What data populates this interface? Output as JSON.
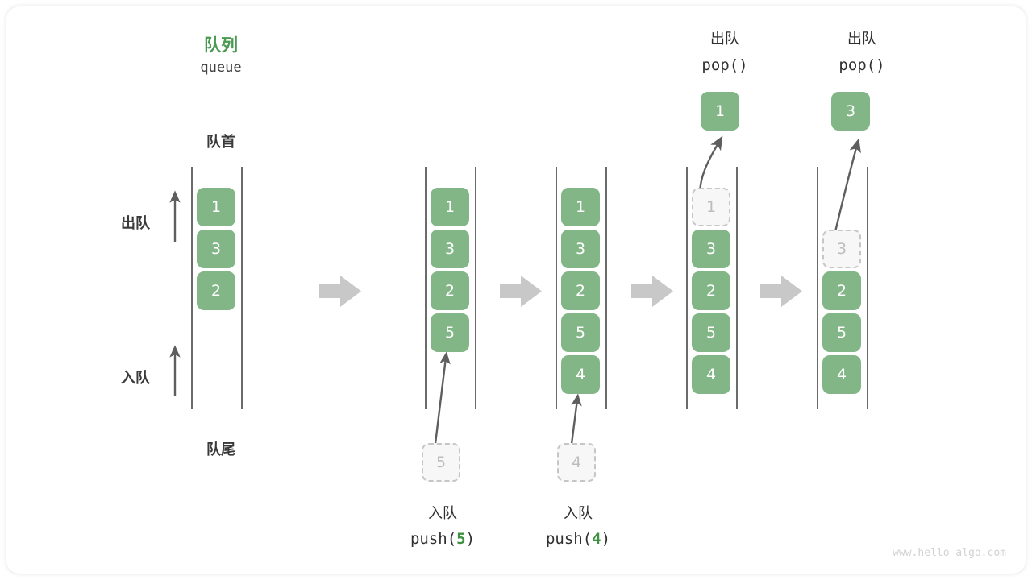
{
  "watermark": "www.hello-algo.com",
  "header": {
    "title_cn": "队列",
    "title_en": "queue"
  },
  "labels": {
    "front": "队首",
    "rear": "队尾",
    "dequeue": "出队",
    "enqueue": "入队"
  },
  "colors": {
    "cell_fill": "#82b687",
    "cell_text": "#ffffff",
    "ghost_fill": "#f7f7f7",
    "ghost_border": "#c6c6c6",
    "ghost_text": "#bdbdbd",
    "title_green": "#4a9a52",
    "code_accent": "#3d9141",
    "rail": "#4a4a4a",
    "step_arrow": "#c8c8c8",
    "motion_arrow": "#5e5e5e",
    "card_bg": "#ffffff",
    "watermark": "#d2d2d2"
  },
  "stages": [
    {
      "name": "initial",
      "cells": [
        {
          "value": "1",
          "ghost": false
        },
        {
          "value": "3",
          "ghost": false
        },
        {
          "value": "2",
          "ghost": false
        }
      ]
    },
    {
      "name": "after-push-5",
      "cells": [
        {
          "value": "1",
          "ghost": false
        },
        {
          "value": "3",
          "ghost": false
        },
        {
          "value": "2",
          "ghost": false
        },
        {
          "value": "5",
          "ghost": false
        }
      ],
      "incoming": {
        "value": "5",
        "ghost": true
      },
      "op_cn": "入队",
      "op_code_prefix": "push(",
      "op_code_arg": "5",
      "op_code_suffix": ")"
    },
    {
      "name": "after-push-4",
      "cells": [
        {
          "value": "1",
          "ghost": false
        },
        {
          "value": "3",
          "ghost": false
        },
        {
          "value": "2",
          "ghost": false
        },
        {
          "value": "5",
          "ghost": false
        },
        {
          "value": "4",
          "ghost": false
        }
      ],
      "incoming": {
        "value": "4",
        "ghost": true
      },
      "op_cn": "入队",
      "op_code_prefix": "push(",
      "op_code_arg": "4",
      "op_code_suffix": ")"
    },
    {
      "name": "after-pop-1",
      "cells": [
        {
          "value": "1",
          "ghost": true
        },
        {
          "value": "3",
          "ghost": false
        },
        {
          "value": "2",
          "ghost": false
        },
        {
          "value": "5",
          "ghost": false
        },
        {
          "value": "4",
          "ghost": false
        }
      ],
      "popped": {
        "value": "1",
        "ghost": false
      },
      "op_cn": "出队",
      "op_code": "pop()"
    },
    {
      "name": "after-pop-3",
      "cells": [
        {
          "value": "",
          "ghost": null
        },
        {
          "value": "3",
          "ghost": true
        },
        {
          "value": "2",
          "ghost": false
        },
        {
          "value": "5",
          "ghost": false
        },
        {
          "value": "4",
          "ghost": false
        }
      ],
      "popped": {
        "value": "3",
        "ghost": false
      },
      "op_cn": "出队",
      "op_code": "pop()"
    }
  ]
}
